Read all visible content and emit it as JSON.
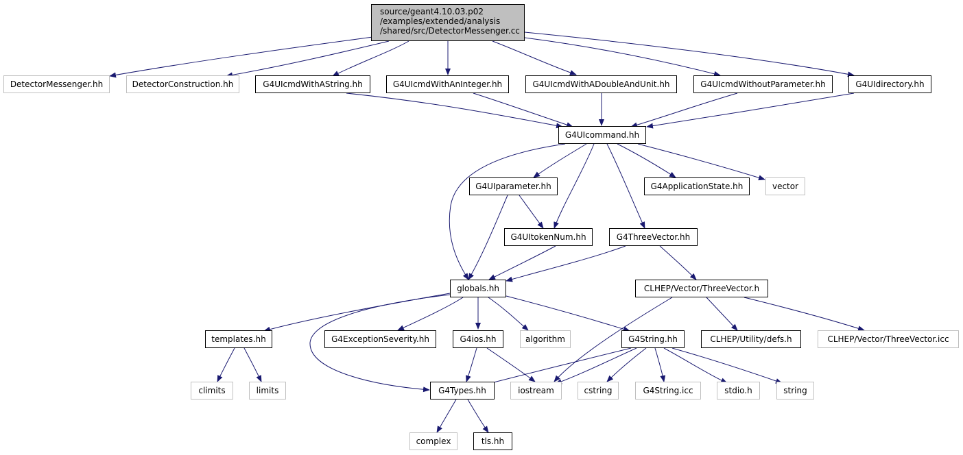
{
  "root": {
    "lines": [
      "source/geant4.10.03.p02",
      "/examples/extended/analysis",
      "/shared/src/DetectorMessenger.cc"
    ]
  },
  "nodes": {
    "detector_messenger_hh": "DetectorMessenger.hh",
    "detector_construction_hh": "DetectorConstruction.hh",
    "g4uicmd_with_astring": "G4UIcmdWithAString.hh",
    "g4uicmd_with_aninteger": "G4UIcmdWithAnInteger.hh",
    "g4uicmd_with_adouble_and_unit": "G4UIcmdWithADoubleAndUnit.hh",
    "g4uicmd_without_parameter": "G4UIcmdWithoutParameter.hh",
    "g4uidirectory": "G4UIdirectory.hh",
    "g4uicommand": "G4UIcommand.hh",
    "g4uiparameter": "G4UIparameter.hh",
    "g4application_state": "G4ApplicationState.hh",
    "vector": "vector",
    "g4uitoken_num": "G4UItokenNum.hh",
    "g4three_vector": "G4ThreeVector.hh",
    "globals": "globals.hh",
    "clhep_three_vector_h": "CLHEP/Vector/ThreeVector.h",
    "templates": "templates.hh",
    "g4exception_severity": "G4ExceptionSeverity.hh",
    "g4ios": "G4ios.hh",
    "algorithm": "algorithm",
    "g4string": "G4String.hh",
    "clhep_defs": "CLHEP/Utility/defs.h",
    "clhep_three_vector_icc": "CLHEP/Vector/ThreeVector.icc",
    "climits": "climits",
    "limits": "limits",
    "g4types": "G4Types.hh",
    "iostream": "iostream",
    "cstring": "cstring",
    "g4string_icc": "G4String.icc",
    "stdio": "stdio.h",
    "string": "string",
    "complex": "complex",
    "tls": "tls.hh"
  },
  "colors": {
    "edge": "#191970",
    "root_fill": "#bfbfbf",
    "documented_border": "#000000",
    "external_border": "#bfbfbf"
  }
}
